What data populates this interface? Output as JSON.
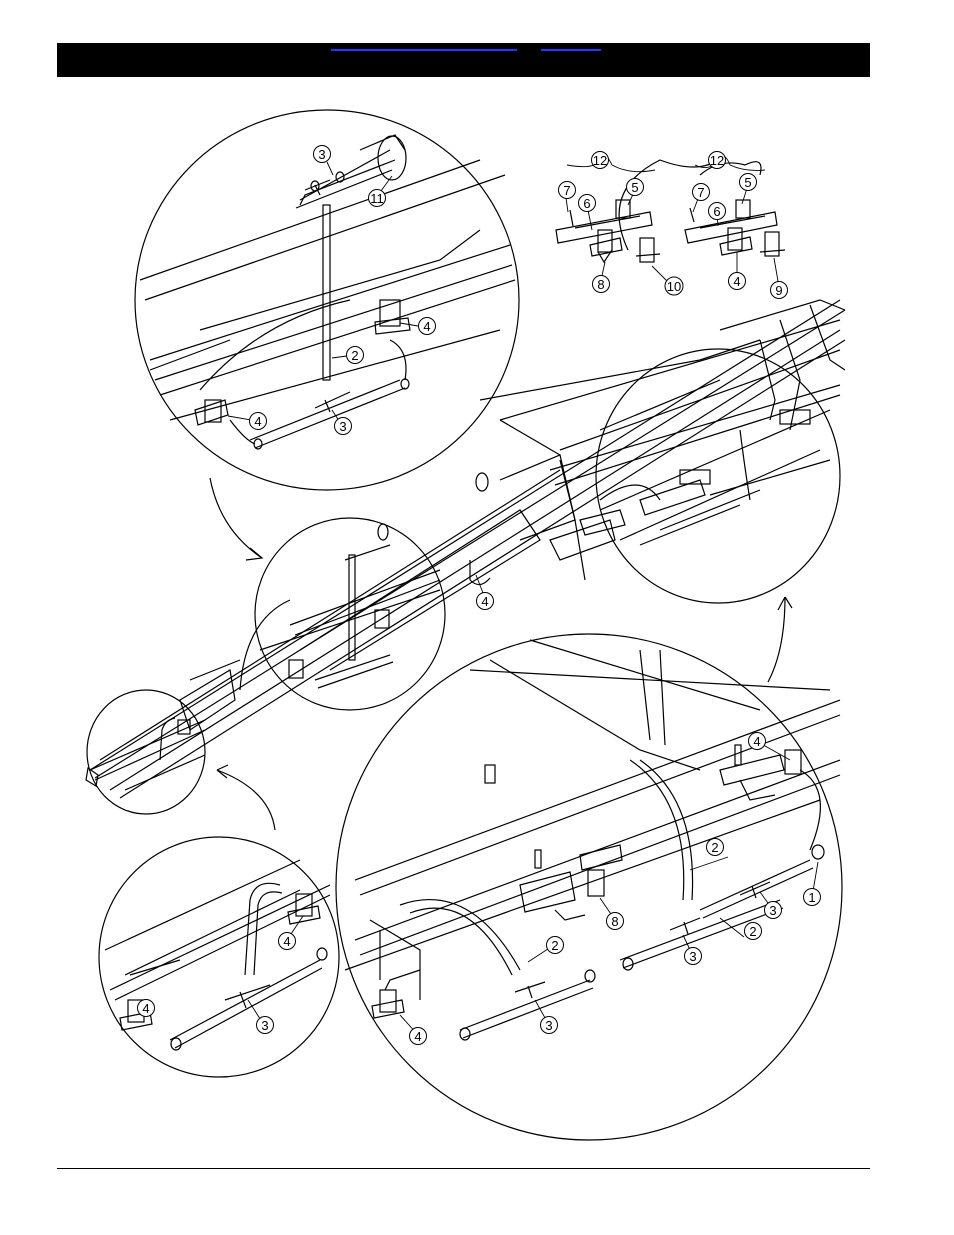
{
  "header": {
    "links": [
      "",
      ""
    ],
    "accent_color": "#000000",
    "link_color": "#1e3cff"
  },
  "callouts": {
    "c1": "1",
    "c2": "2",
    "c3": "3",
    "c4": "4",
    "c5": "5",
    "c6": "6",
    "c7": "7",
    "c8": "8",
    "c9": "9",
    "c10": "10",
    "c11": "11",
    "c12": "12"
  }
}
